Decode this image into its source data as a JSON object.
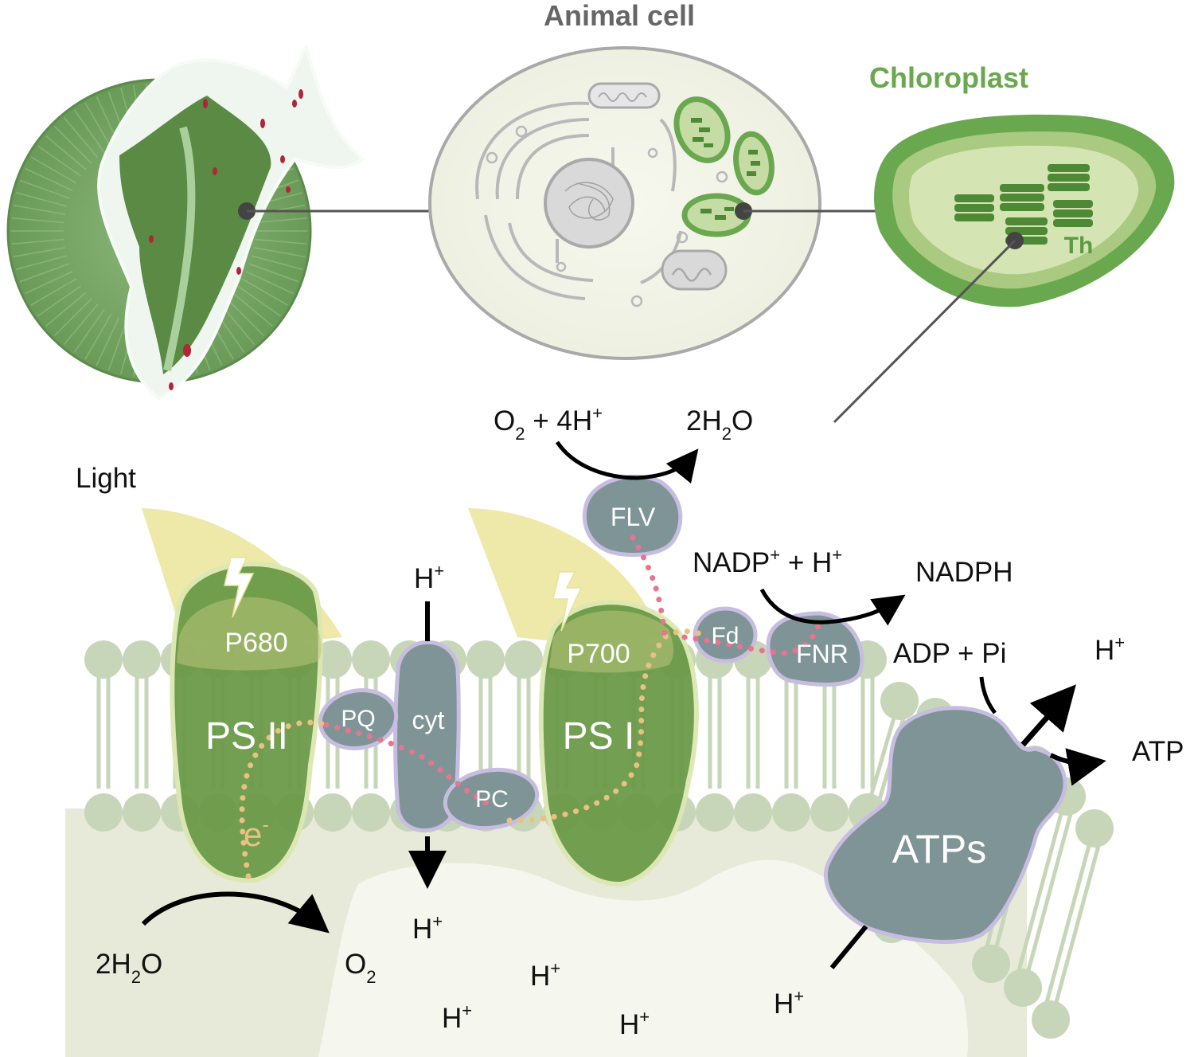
{
  "titles": {
    "animal_cell": "Animal cell",
    "chloroplast": "Chloroplast",
    "thylakoid": "Th"
  },
  "labels": {
    "light": "Light",
    "p680": "P680",
    "psii": "PS II",
    "p700": "P700",
    "psi": "PS I",
    "pq": "PQ",
    "cyt": "cyt",
    "pc": "PC",
    "flv": "FLV",
    "fd": "Fd",
    "fnr": "FNR",
    "atps": "ATPs",
    "electron": "e",
    "electron_sup": "-"
  },
  "reactions": {
    "o2_plus_4h": {
      "o": "O",
      "sub": "2",
      "mid": " + 4H",
      "sup": "+"
    },
    "two_h2o_top": {
      "pre": "2H",
      "sub": "2",
      "post": "O"
    },
    "nadp_plus_h": {
      "pre": "NADP",
      "sup1": "+",
      "mid": " + H",
      "sup2": "+"
    },
    "nadph": "NADPH",
    "adp_plus_pi": "ADP + Pi",
    "atp": "ATP",
    "h_plus_atp": {
      "h": "H",
      "sup": "+"
    },
    "h_plus_cyt_top": {
      "h": "H",
      "sup": "+"
    },
    "h_plus_cyt_bottom": {
      "h": "H",
      "sup": "+"
    },
    "two_h2o_bottom": {
      "pre": "2H",
      "sub": "2",
      "post": "O"
    },
    "o2_bottom": {
      "o": "O",
      "sub": "2"
    },
    "lumen_h_plus": [
      {
        "h": "H",
        "sup": "+"
      },
      {
        "h": "H",
        "sup": "+"
      },
      {
        "h": "H",
        "sup": "+"
      },
      {
        "h": "H",
        "sup": "+"
      }
    ]
  },
  "colors": {
    "organism_green": "#6a9a58",
    "dark_green": "#4e7d3a",
    "protein_green": "#6b9a48",
    "complex_gray": "#7f9497",
    "complex_outline": "#c7bde0",
    "membrane_green": "#c7d6b8",
    "lumen_fill": "#e7ead8",
    "light_yellow": "#ece7a0",
    "electron_path": "#e8c183",
    "flv_path": "#e6758f",
    "chloroplast_outer": "#6aa84f",
    "chloroplast_inner": "#d5e4b3",
    "cell_gray": "#9a9a9a"
  }
}
